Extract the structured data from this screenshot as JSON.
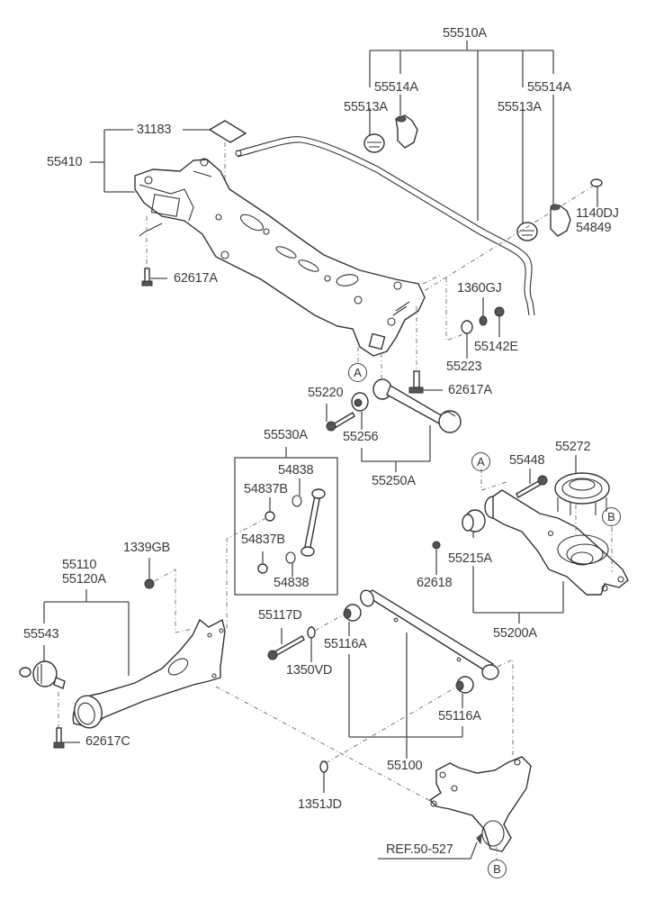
{
  "diagram": {
    "title": "Rear Suspension Crossmember & Arms",
    "labels": {
      "l55510A": "55510A",
      "l55514A_left": "55514A",
      "l55513A_left": "55513A",
      "l55514A_right": "55514A",
      "l55513A_right": "55513A",
      "l31183": "31183",
      "l55410": "55410",
      "l1140DJ": "1140DJ",
      "l54849": "54849",
      "l62617A_top": "62617A",
      "l1360GJ": "1360GJ",
      "l55142E": "55142E",
      "l55223": "55223",
      "l55220": "55220",
      "l62617A_mid": "62617A",
      "l55256": "55256",
      "l55250A": "55250A",
      "l55530A": "55530A",
      "l54838_top": "54838",
      "l54837B_top": "54837B",
      "l54837B_bot": "54837B",
      "l54838_bot": "54838",
      "l55448": "55448",
      "l55272": "55272",
      "l55215A": "55215A",
      "l62618": "62618",
      "l55200A": "55200A",
      "l1339GB": "1339GB",
      "l55110": "55110",
      "l55120A": "55120A",
      "l55543": "55543",
      "l55117D": "55117D",
      "l1350VD": "1350VD",
      "l55116A_top": "55116A",
      "l55116A_bot": "55116A",
      "l62617C": "62617C",
      "l55100": "55100",
      "l1351JD": "1351JD",
      "ref": "REF.50-527"
    },
    "callouts": {
      "a1": "A",
      "a2": "A",
      "b1": "B",
      "b2": "B"
    }
  }
}
